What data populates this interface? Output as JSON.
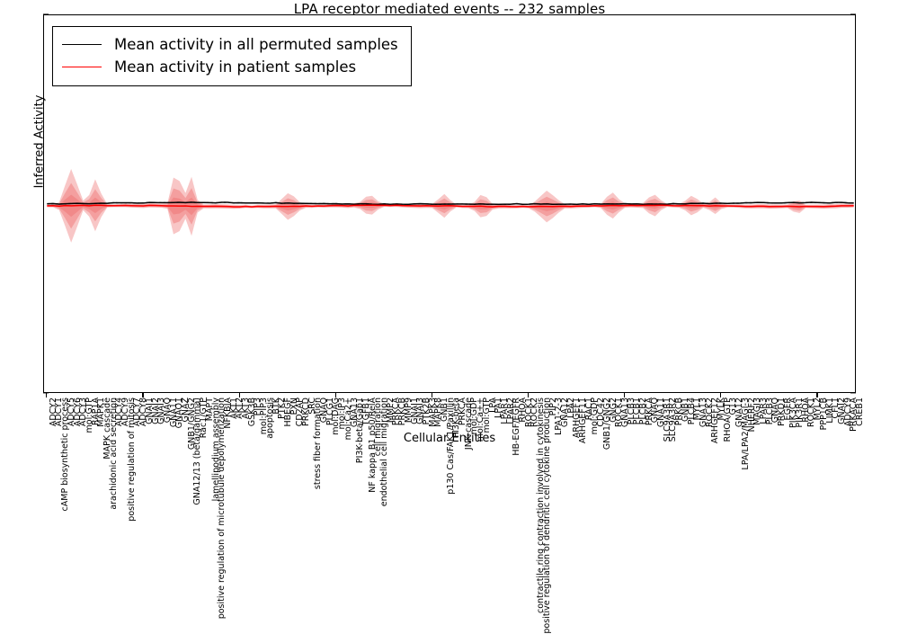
{
  "chart_data": {
    "type": "line",
    "title": "LPA receptor mediated events -- 232 samples",
    "xlabel": "Cellular Entities",
    "ylabel": "Inferred Activity",
    "ylim": [
      -4,
      4
    ],
    "yticks": [
      -4,
      -3,
      -2,
      -1,
      0,
      1,
      2,
      3,
      4
    ],
    "grid": false,
    "legend_position": "upper left",
    "legend": [
      {
        "name": "Mean activity in all permuted samples",
        "color": "#000000"
      },
      {
        "name": "Mean activity in patient samples",
        "color": "#ff0000"
      }
    ],
    "band": {
      "name": "patient sample spread",
      "color": "#f08080",
      "description": "translucent red confidence band around the patient mean"
    },
    "categories": [
      "ADCY2",
      "ADCY1",
      "cAMP biosynthetic process",
      "ADCY5",
      "ADCY6",
      "ADCY3",
      "mol:GTP",
      "RAP1A",
      "MAPK1",
      "MAPK cascade",
      "arachidonic acid secretion",
      "ADCY4",
      "ADCY9",
      "positive regulation of mitosis",
      "ADCY7",
      "ADCY8",
      "GNAI1",
      "GNAI2",
      "GNAI3",
      "GNAQ",
      "GNA11",
      "GNAO1",
      "GNAZ",
      "GNB1/GNG2",
      "GNA12/13 (beta/gamma)",
      "Rac1/GTP",
      "MAPT",
      "lamellipodium assembly",
      "positive regulation of microtubule depolymerization",
      "NFKBIA",
      "AKT1",
      "AKT2",
      "AKT3",
      "GSK3B",
      "PIP3",
      "mol:PIP3",
      "apoptosis",
      "BTK",
      "PTK2",
      "HBEGF",
      "PXN",
      "CD2AP",
      "PRKCD",
      "SRC",
      "stress fiber formation",
      "GNAQ",
      "PLCG1",
      "mol:DAG",
      "mol:IP3",
      "mol:Ca2+",
      "GNA13",
      "PI3K-beta/Gab1",
      "TGFB1",
      "NF kappa B1 p50/RelA",
      "cell migration",
      "endothelial cell migration",
      "MMP2",
      "PRKCA",
      "PRKCB",
      "MMP9",
      "GNAI1",
      "GNAI3",
      "PTK2B",
      "MAPK3",
      "MAPK8",
      "GNB1",
      "p130 Cas/FAK1/Paxillin",
      "PI3K-beta",
      "PRKCA",
      "JNK cascade",
      "mol:GDP",
      "mol:Ca++",
      "mol:GTP",
      "LPA",
      "LPA1",
      "LPAR1",
      "LPAR2",
      "HB-EGF/EGFR",
      "RHOA",
      "ROCK1",
      "ROCK2",
      "contractile ring contraction involved in cytokinesis",
      "positive regulation of dendritic cell cytokine production",
      "PIP2",
      "LPA1-2-3",
      "GNA12",
      "LPA2",
      "ARHGEF1",
      "ARHGEF11",
      "RAC1",
      "mol:GDP",
      "CDC42",
      "GNB1/GNG2",
      "GNG2",
      "ROCK1",
      "GNA13",
      "PLCB3",
      "PLCB1",
      "PLCB2",
      "PRKCA",
      "GNAQ",
      "GNA11",
      "SLC9A3R1",
      "SLC9A3R2",
      "PRKCB",
      "GNB1",
      "PLCB4",
      "MYL1",
      "GNA13",
      "ROCK2",
      "ARHGEF12",
      "MYLK",
      "RHOA/GTP",
      "G13",
      "GNA12",
      "LPA/LPA2/MAGI-3",
      "NHERF2",
      "MAGI3",
      "LPAR3",
      "PLCB3",
      "GNAQ",
      "PRKD1",
      "EGFR",
      "PIK3CA",
      "PIK3R1",
      "RHOA",
      "ROCK1",
      "MYL2",
      "PPP1CB",
      "LIMK1",
      "CFL1",
      "GNAI2",
      "ADCY9",
      "PRKACA",
      "CREB1"
    ],
    "series": [
      {
        "name": "Mean activity in all permuted samples",
        "color": "#000000",
        "note": "flat near 0.0 across all entities, slight positive excursions < 0.1"
      },
      {
        "name": "Mean activity in patient samples",
        "color": "#ff0000",
        "note": "flat near -0.03 across all entities, within the red band"
      }
    ]
  },
  "legend": {
    "permuted_label": "Mean activity in all permuted samples",
    "patient_label": "Mean activity in patient samples"
  },
  "axes": {
    "title": "LPA receptor mediated events -- 232 samples",
    "ylabel": "Inferred Activity",
    "xlabel": "Cellular Entities",
    "yticks": [
      "4",
      "3",
      "2",
      "1",
      "0",
      "-1",
      "-2",
      "-3",
      "-4"
    ]
  }
}
